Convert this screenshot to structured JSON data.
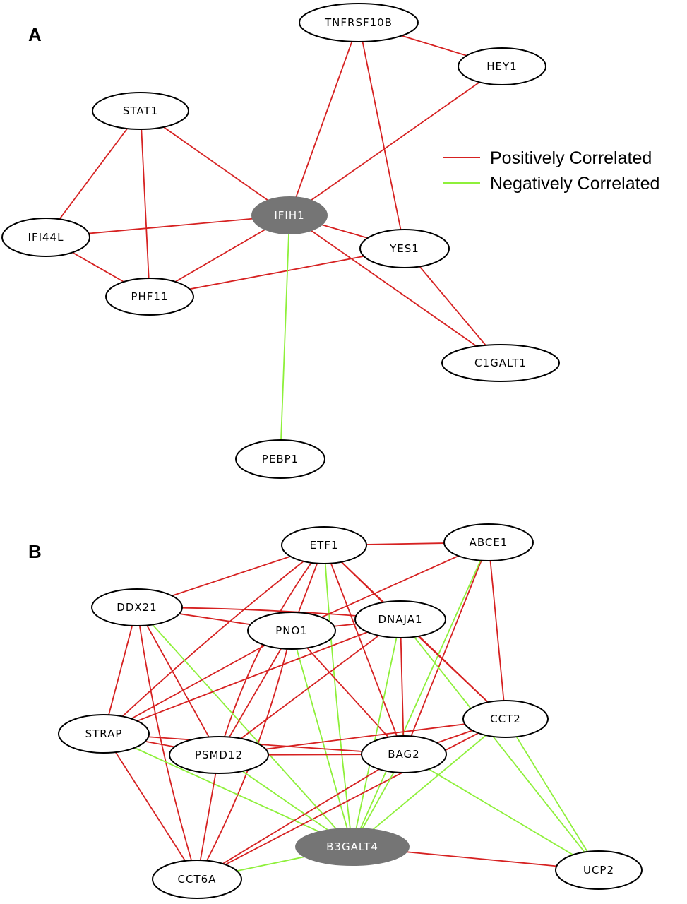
{
  "colors": {
    "positive": "#d62121",
    "negative": "#8ef03a",
    "hub_fill": "#757575",
    "node_fill": "#ffffff",
    "node_stroke": "#000000"
  },
  "legend": {
    "positive_label": "Positively Correlated",
    "negative_label": "Negatively Correlated"
  },
  "panels": [
    {
      "label": "A",
      "nodes": [
        {
          "id": "TNFRSF10B",
          "label": "TNFRSF10B",
          "hub": false
        },
        {
          "id": "HEY1",
          "label": "HEY1",
          "hub": false
        },
        {
          "id": "STAT1",
          "label": "STAT1",
          "hub": false
        },
        {
          "id": "IFIH1",
          "label": "IFIH1",
          "hub": true
        },
        {
          "id": "IFI44L",
          "label": "IFI44L",
          "hub": false
        },
        {
          "id": "YES1",
          "label": "YES1",
          "hub": false
        },
        {
          "id": "PHF11",
          "label": "PHF11",
          "hub": false
        },
        {
          "id": "C1GALT1",
          "label": "C1GALT1",
          "hub": false
        },
        {
          "id": "PEBP1",
          "label": "PEBP1",
          "hub": false
        }
      ],
      "edges": [
        {
          "source": "TNFRSF10B",
          "target": "HEY1",
          "sign": "positive"
        },
        {
          "source": "TNFRSF10B",
          "target": "IFIH1",
          "sign": "positive"
        },
        {
          "source": "TNFRSF10B",
          "target": "YES1",
          "sign": "positive"
        },
        {
          "source": "HEY1",
          "target": "IFIH1",
          "sign": "positive"
        },
        {
          "source": "STAT1",
          "target": "IFIH1",
          "sign": "positive"
        },
        {
          "source": "STAT1",
          "target": "IFI44L",
          "sign": "positive"
        },
        {
          "source": "STAT1",
          "target": "PHF11",
          "sign": "positive"
        },
        {
          "source": "IFI44L",
          "target": "IFIH1",
          "sign": "positive"
        },
        {
          "source": "IFI44L",
          "target": "PHF11",
          "sign": "positive"
        },
        {
          "source": "PHF11",
          "target": "IFIH1",
          "sign": "positive"
        },
        {
          "source": "PHF11",
          "target": "YES1",
          "sign": "positive"
        },
        {
          "source": "IFIH1",
          "target": "YES1",
          "sign": "positive"
        },
        {
          "source": "IFIH1",
          "target": "C1GALT1",
          "sign": "positive"
        },
        {
          "source": "YES1",
          "target": "C1GALT1",
          "sign": "positive"
        },
        {
          "source": "IFIH1",
          "target": "PEBP1",
          "sign": "negative"
        }
      ]
    },
    {
      "label": "B",
      "nodes": [
        {
          "id": "ETF1",
          "label": "ETF1",
          "hub": false
        },
        {
          "id": "ABCE1",
          "label": "ABCE1",
          "hub": false
        },
        {
          "id": "DDX21",
          "label": "DDX21",
          "hub": false
        },
        {
          "id": "PNO1",
          "label": "PNO1",
          "hub": false
        },
        {
          "id": "DNAJA1",
          "label": "DNAJA1",
          "hub": false
        },
        {
          "id": "STRAP",
          "label": "STRAP",
          "hub": false
        },
        {
          "id": "CCT2",
          "label": "CCT2",
          "hub": false
        },
        {
          "id": "PSMD12",
          "label": "PSMD12",
          "hub": false
        },
        {
          "id": "BAG2",
          "label": "BAG2",
          "hub": false
        },
        {
          "id": "B3GALT4",
          "label": "B3GALT4",
          "hub": true
        },
        {
          "id": "CCT6A",
          "label": "CCT6A",
          "hub": false
        },
        {
          "id": "UCP2",
          "label": "UCP2",
          "hub": false
        }
      ],
      "edges": [
        {
          "source": "ETF1",
          "target": "ABCE1",
          "sign": "positive"
        },
        {
          "source": "ETF1",
          "target": "DDX21",
          "sign": "positive"
        },
        {
          "source": "ETF1",
          "target": "PNO1",
          "sign": "positive"
        },
        {
          "source": "ETF1",
          "target": "DNAJA1",
          "sign": "positive"
        },
        {
          "source": "ETF1",
          "target": "STRAP",
          "sign": "positive"
        },
        {
          "source": "ETF1",
          "target": "PSMD12",
          "sign": "positive"
        },
        {
          "source": "ETF1",
          "target": "BAG2",
          "sign": "positive"
        },
        {
          "source": "ETF1",
          "target": "CCT2",
          "sign": "positive"
        },
        {
          "source": "ETF1",
          "target": "B3GALT4",
          "sign": "negative"
        },
        {
          "source": "ABCE1",
          "target": "PNO1",
          "sign": "positive"
        },
        {
          "source": "ABCE1",
          "target": "CCT2",
          "sign": "positive"
        },
        {
          "source": "ABCE1",
          "target": "BAG2",
          "sign": "positive"
        },
        {
          "source": "ABCE1",
          "target": "B3GALT4",
          "sign": "negative"
        },
        {
          "source": "DDX21",
          "target": "PNO1",
          "sign": "positive"
        },
        {
          "source": "DDX21",
          "target": "DNAJA1",
          "sign": "positive"
        },
        {
          "source": "DDX21",
          "target": "STRAP",
          "sign": "positive"
        },
        {
          "source": "DDX21",
          "target": "PSMD12",
          "sign": "positive"
        },
        {
          "source": "DDX21",
          "target": "CCT6A",
          "sign": "positive"
        },
        {
          "source": "DDX21",
          "target": "B3GALT4",
          "sign": "negative"
        },
        {
          "source": "PNO1",
          "target": "DNAJA1",
          "sign": "positive"
        },
        {
          "source": "PNO1",
          "target": "STRAP",
          "sign": "positive"
        },
        {
          "source": "PNO1",
          "target": "BAG2",
          "sign": "positive"
        },
        {
          "source": "PNO1",
          "target": "CCT6A",
          "sign": "positive"
        },
        {
          "source": "PNO1",
          "target": "PSMD12",
          "sign": "positive"
        },
        {
          "source": "PNO1",
          "target": "B3GALT4",
          "sign": "negative"
        },
        {
          "source": "DNAJA1",
          "target": "STRAP",
          "sign": "positive"
        },
        {
          "source": "DNAJA1",
          "target": "PSMD12",
          "sign": "positive"
        },
        {
          "source": "DNAJA1",
          "target": "BAG2",
          "sign": "positive"
        },
        {
          "source": "DNAJA1",
          "target": "CCT2",
          "sign": "positive"
        },
        {
          "source": "DNAJA1",
          "target": "B3GALT4",
          "sign": "negative"
        },
        {
          "source": "DNAJA1",
          "target": "UCP2",
          "sign": "negative"
        },
        {
          "source": "STRAP",
          "target": "PSMD12",
          "sign": "positive"
        },
        {
          "source": "STRAP",
          "target": "BAG2",
          "sign": "positive"
        },
        {
          "source": "STRAP",
          "target": "CCT6A",
          "sign": "positive"
        },
        {
          "source": "STRAP",
          "target": "B3GALT4",
          "sign": "negative"
        },
        {
          "source": "CCT2",
          "target": "PSMD12",
          "sign": "positive"
        },
        {
          "source": "CCT2",
          "target": "BAG2",
          "sign": "positive"
        },
        {
          "source": "CCT2",
          "target": "CCT6A",
          "sign": "positive"
        },
        {
          "source": "CCT2",
          "target": "B3GALT4",
          "sign": "negative"
        },
        {
          "source": "CCT2",
          "target": "UCP2",
          "sign": "negative"
        },
        {
          "source": "PSMD12",
          "target": "BAG2",
          "sign": "positive"
        },
        {
          "source": "PSMD12",
          "target": "CCT6A",
          "sign": "positive"
        },
        {
          "source": "PSMD12",
          "target": "B3GALT4",
          "sign": "negative"
        },
        {
          "source": "BAG2",
          "target": "CCT6A",
          "sign": "positive"
        },
        {
          "source": "BAG2",
          "target": "B3GALT4",
          "sign": "negative"
        },
        {
          "source": "BAG2",
          "target": "UCP2",
          "sign": "negative"
        },
        {
          "source": "B3GALT4",
          "target": "CCT6A",
          "sign": "negative"
        },
        {
          "source": "B3GALT4",
          "target": "UCP2",
          "sign": "positive"
        }
      ]
    }
  ]
}
